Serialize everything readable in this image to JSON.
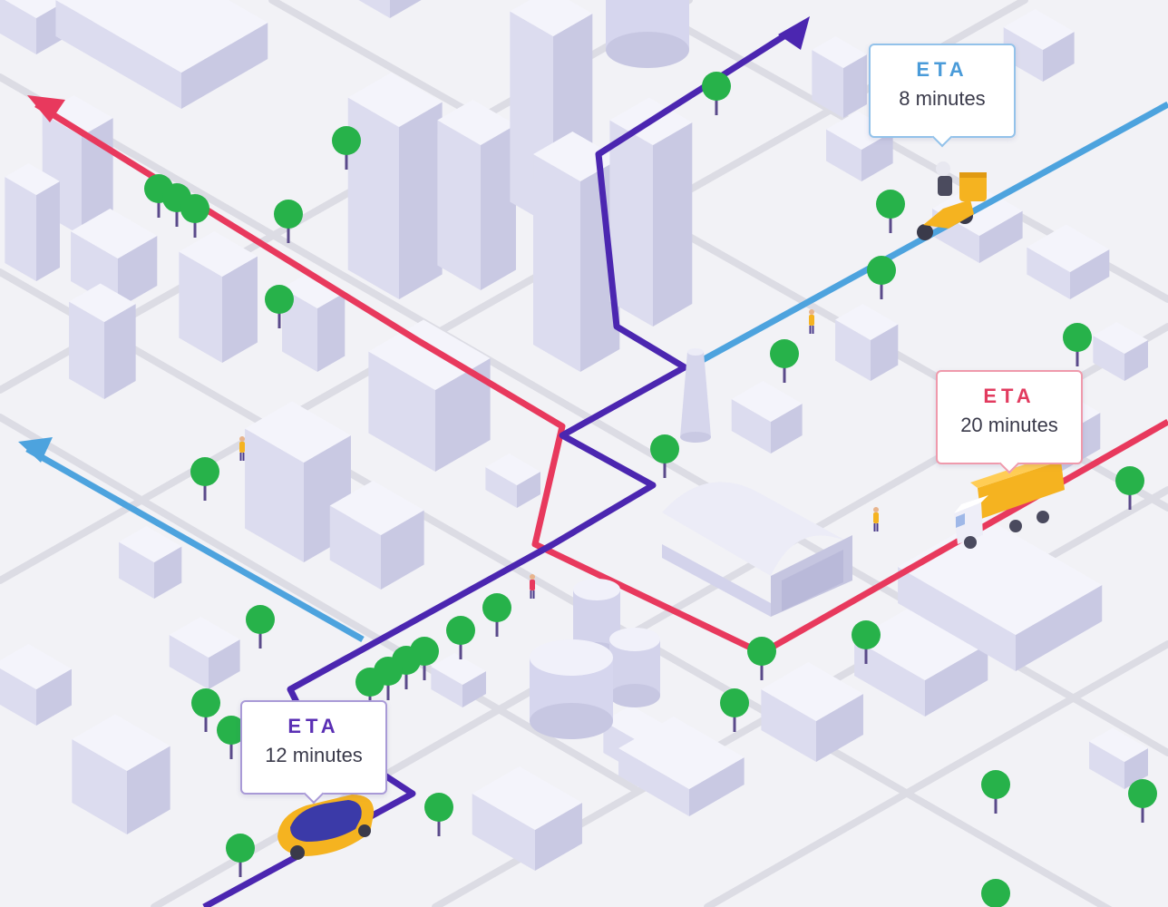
{
  "colors": {
    "background": "#f2f2f6",
    "road": "#dcdce4",
    "building_top": "#f4f4fb",
    "building_left": "#dcdcef",
    "building_right": "#c9c9e3",
    "tree": "#27b24a",
    "route_red": "#e8395d",
    "route_blue": "#4da3de",
    "route_purple": "#4b26b0",
    "vehicle_yellow": "#f5b320"
  },
  "routes": {
    "red": {
      "color_name": "red",
      "vehicle": "truck"
    },
    "blue": {
      "color_name": "blue",
      "vehicle": "scooter"
    },
    "purple": {
      "color_name": "purple",
      "vehicle": "car"
    }
  },
  "callouts": {
    "blue": {
      "label": "ETA",
      "time": "8 minutes"
    },
    "red": {
      "label": "ETA",
      "time": "20 minutes"
    },
    "purple": {
      "label": "ETA",
      "time": "12 minutes"
    }
  },
  "icons": {
    "scooter": "delivery-scooter-icon",
    "truck": "delivery-truck-icon",
    "car": "car-icon",
    "tree": "tree-icon",
    "person": "pedestrian-icon"
  }
}
